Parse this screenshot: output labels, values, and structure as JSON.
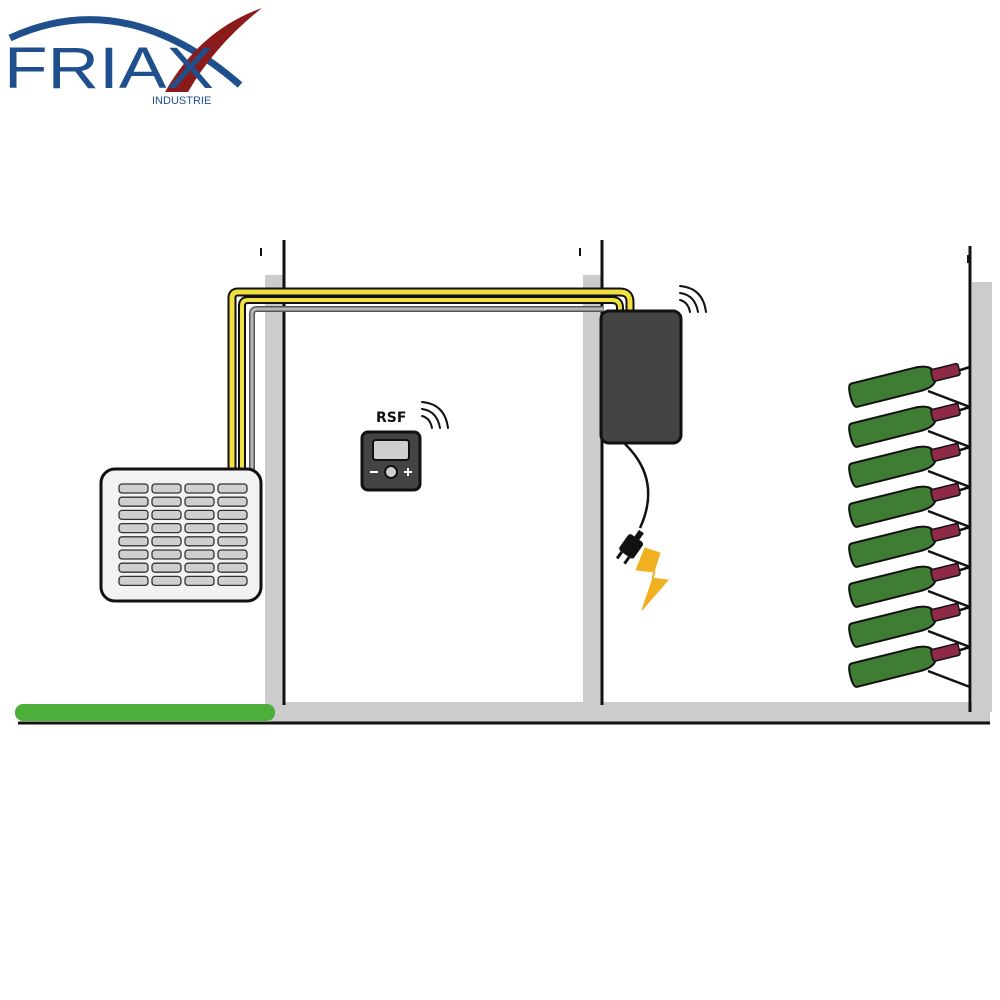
{
  "logo": {
    "name": "FRIAX",
    "subtitle": "INDUSTRIE",
    "colors": {
      "blue": "#1f4f8c",
      "red": "#8b1a1a"
    }
  },
  "diagram": {
    "controller_label": "RSF",
    "colors": {
      "wall": "#cccccc",
      "line": "#111111",
      "cable_yellow": "#f0e040",
      "cable_gray": "#9a9a9a",
      "bottle_green": "#3f7d34",
      "bottle_neck": "#8e2a45",
      "floor_green": "#4caf3a",
      "power_orange": "#f0b020",
      "control_box": "#444444",
      "grille_bg": "#f2f2f2",
      "grille_slot": "#cfcfcf"
    },
    "icons": [
      "wifi-icon",
      "power-plug-icon",
      "lightning-icon",
      "wine-bottle-icon"
    ],
    "bottle_count": 8
  }
}
